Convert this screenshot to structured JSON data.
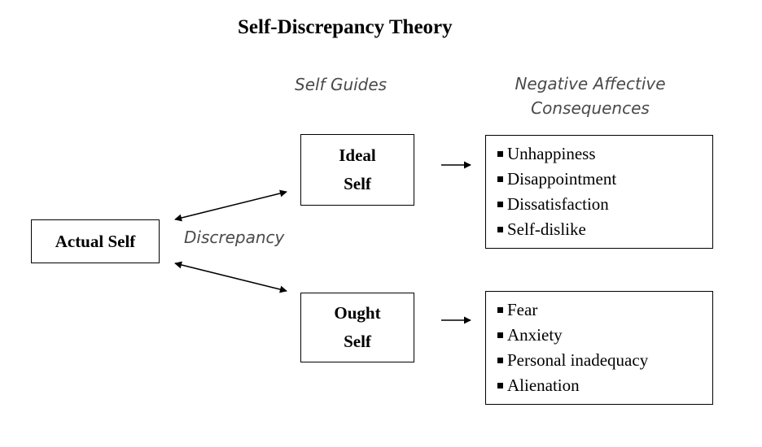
{
  "title": "Self-Discrepancy Theory",
  "headings": {
    "self_guides": "Self Guides",
    "negative_line1": "Negative Affective",
    "negative_line2": "Consequences"
  },
  "actual_self": "Actual Self",
  "discrepancy_label": "Discrepancy",
  "ideal_self": {
    "line1": "Ideal",
    "line2": "Self"
  },
  "ought_self": {
    "line1": "Ought",
    "line2": "Self"
  },
  "ideal_consequences": [
    "Unhappiness",
    "Disappointment",
    "Dissatisfaction",
    "Self-dislike"
  ],
  "ought_consequences": [
    "Fear",
    "Anxiety",
    "Personal inadequacy",
    "Alienation"
  ]
}
